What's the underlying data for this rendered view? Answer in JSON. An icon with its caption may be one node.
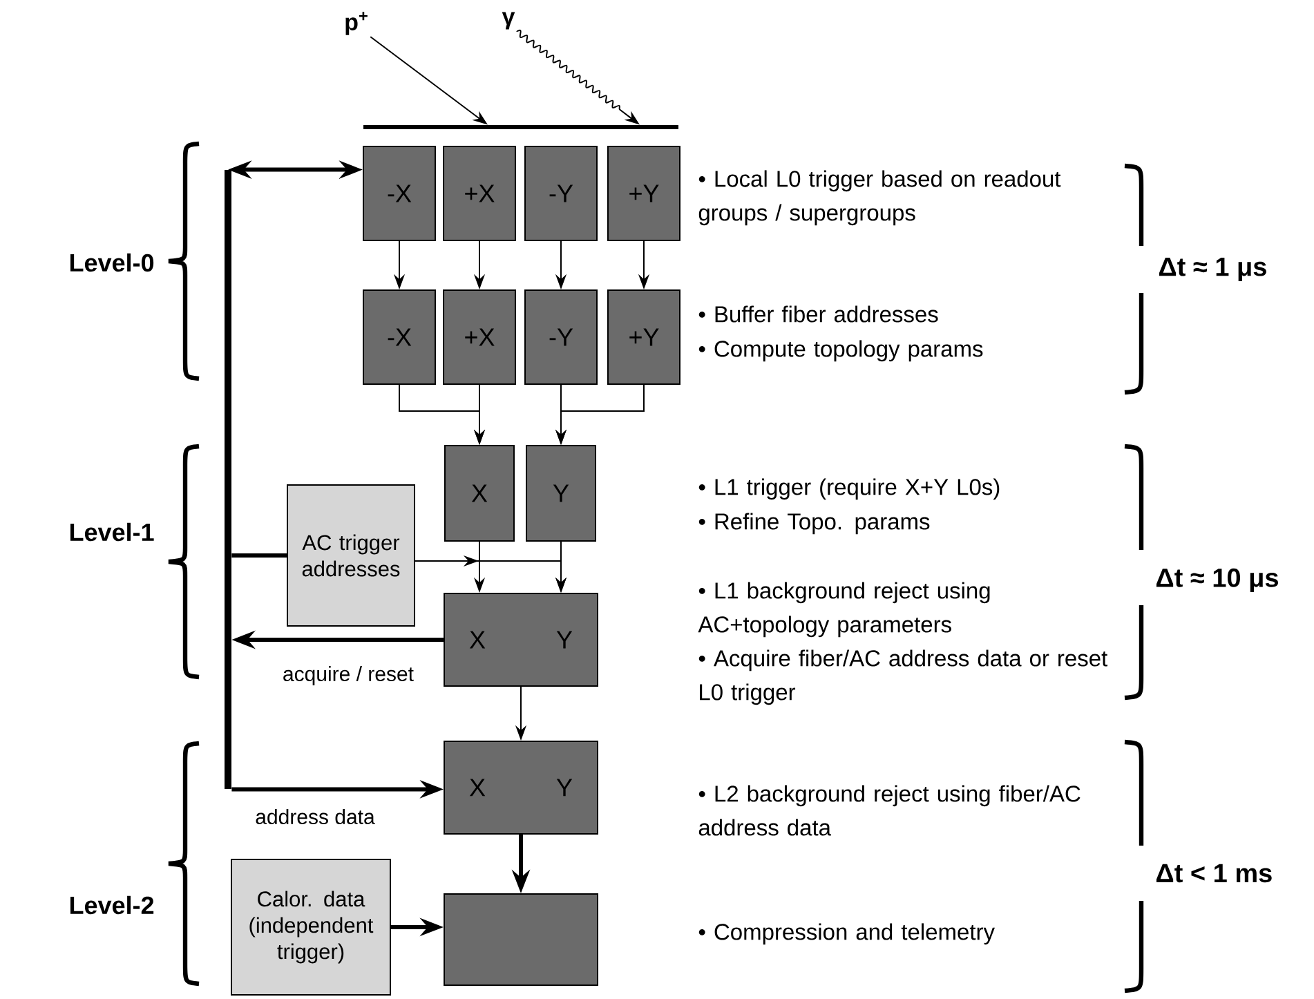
{
  "diagram": {
    "nodes": [
      {
        "text": [
          "p$^{+}$"
        ]
      },
      {
        "text": [
          "γ"
        ]
      },
      {
        "text": [],
        "shape": "bar"
      },
      {
        "text": [
          "-X"
        ]
      },
      {
        "text": [
          "+X"
        ]
      },
      {
        "text": [
          "-Y"
        ]
      },
      {
        "text": [
          "+Y"
        ]
      },
      {
        "text": [
          "-X"
        ]
      },
      {
        "text": [
          "+X"
        ]
      },
      {
        "text": [
          "-Y"
        ]
      },
      {
        "text": [
          "+Y"
        ]
      },
      {
        "text": [
          "X"
        ]
      },
      {
        "text": [
          "Y"
        ]
      },
      {
        "text": [
          "AC trigger addresses"
        ]
      },
      {
        "text": [
          "X",
          "Y"
        ]
      },
      {
        "text": [],
        "shape": "bar"
      },
      {
        "text": [
          "X",
          "Y"
        ]
      },
      {
        "text": [
          "Calor. data (independent trigger)"
        ]
      },
      {
        "text": [],
        "shape": "box"
      }
    ],
    "edges": [
      {
        "from": 0,
        "to": 2,
        "arrow": "to"
      },
      {
        "from": 1,
        "to": 2,
        "arrow": "to"
      },
      {
        "from": 3,
        "to": 7,
        "arrow": "to"
      },
      {
        "from": 4,
        "to": 8,
        "arrow": "to"
      },
      {
        "from": 5,
        "to": 9,
        "arrow": "to"
      },
      {
        "from": 6,
        "to": 10,
        "arrow": "to"
      },
      {
        "from": 7,
        "to": 11,
        "arrow": "to"
      },
      {
        "from": 8,
        "to": 11,
        "arrow": "to"
      },
      {
        "from": 9,
        "to": 12,
        "arrow": "to"
      },
      {
        "from": 10,
        "to": 12,
        "arrow": "to"
      },
      {
        "from": 11,
        "to": 14,
        "arrow": "to"
      },
      {
        "from": 12,
        "to": 14,
        "arrow": "to"
      },
      {
        "from": 13,
        "to": 14,
        "arrow": "to"
      },
      {
        "from": 15,
        "to": 3,
        "arrow": "both",
        "style": "thick"
      },
      {
        "from": 13,
        "to": 15,
        "arrow": "none",
        "style": "thick"
      },
      {
        "from": 14,
        "to": 15,
        "arrow": "to",
        "style": "thick",
        "label": "acquire / reset"
      },
      {
        "from": 15,
        "to": 16,
        "arrow": "to",
        "style": "thick",
        "label": "address data"
      },
      {
        "from": 14,
        "to": 16,
        "arrow": "to"
      },
      {
        "from": 16,
        "to": 18,
        "arrow": "to",
        "style": "thick"
      },
      {
        "from": 17,
        "to": 18,
        "arrow": "to",
        "style": "thick"
      }
    ],
    "labels": [
      "Level-0",
      "Level-1",
      "Level-2",
      "• Local L0 trigger based on readout groups / supergroups",
      "• Buffer fiber addresses",
      "• Compute topology params",
      "• L1 trigger (require X+Y L0s)",
      "• Refine Topo. params",
      "• L1 background reject using AC+topology parameters",
      "• Acquire fiber/AC address data or reset L0 trigger",
      "• L2 background reject using fiber/AC address data",
      "• Compression and telemetry",
      "Δt ≈ 1 μs",
      "Δt ≈ 10 μs",
      "Δt < 1 ms"
    ]
  }
}
